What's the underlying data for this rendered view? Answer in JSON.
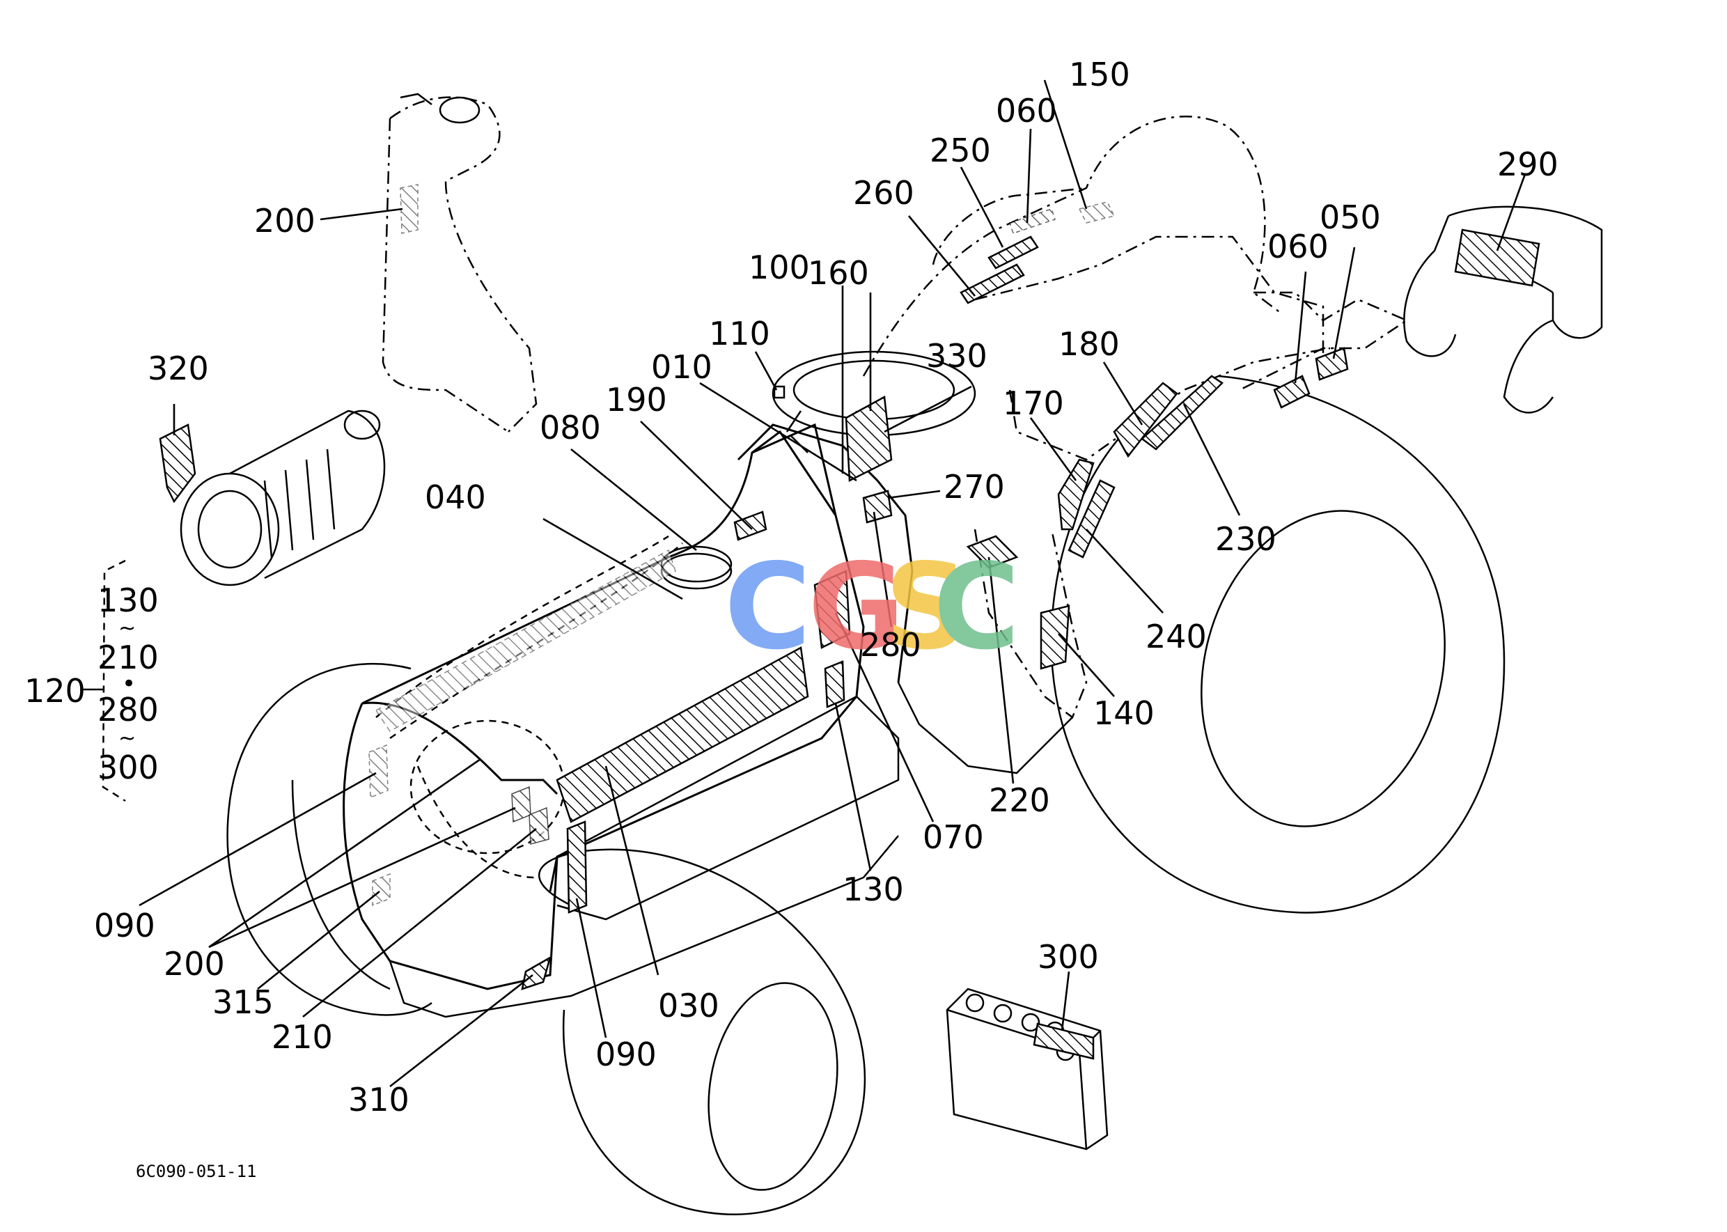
{
  "drawing_code": "6C090-051-11",
  "watermark": {
    "letters": [
      "C",
      "G",
      "S",
      "C"
    ],
    "colors": [
      "#6d9cf4",
      "#ef6b6b",
      "#f4c542",
      "#6fbf8e"
    ]
  },
  "labels": {
    "l010": "010",
    "l030": "030",
    "l040": "040",
    "l050": "050",
    "l060a": "060",
    "l060b": "060",
    "l070": "070",
    "l080": "080",
    "l090a": "090",
    "l090b": "090",
    "l100": "100",
    "l110": "110",
    "l120": "120",
    "l130": "130",
    "l140": "140",
    "l150": "150",
    "l160": "160",
    "l170": "170",
    "l180": "180",
    "l190": "190",
    "l200a": "200",
    "l200b": "200",
    "l210": "210",
    "l220": "220",
    "l230": "230",
    "l240": "240",
    "l250": "250",
    "l260": "260",
    "l270": "270",
    "l280": "280",
    "l290": "290",
    "l300": "300",
    "l310": "310",
    "l315": "315",
    "l320": "320",
    "l330": "330"
  },
  "group_120": {
    "items": [
      "130",
      "210",
      "280",
      "300"
    ],
    "tilde": "~",
    "bullet": "•"
  }
}
